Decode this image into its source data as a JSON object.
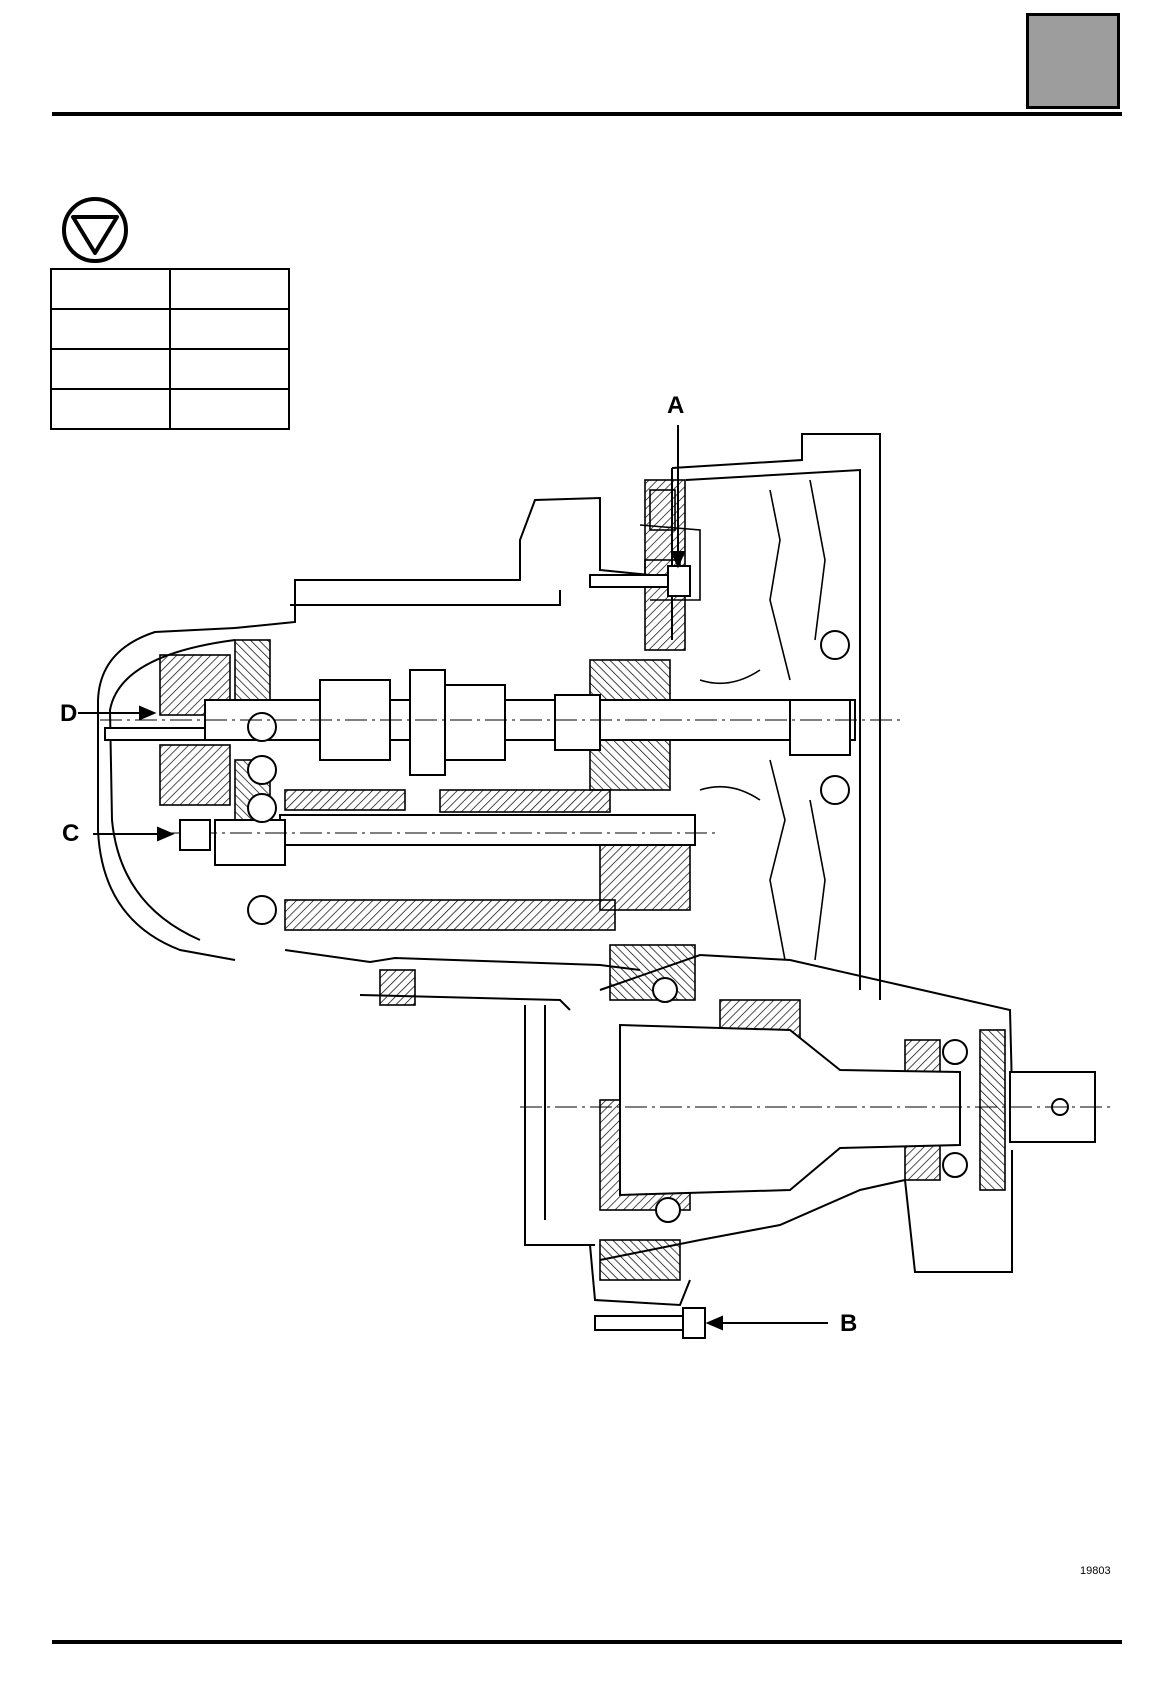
{
  "callouts": {
    "a": "A",
    "b": "B",
    "c": "C",
    "d": "D"
  },
  "reference_number": "19803",
  "torque_table": {
    "rows": [
      [
        "",
        ""
      ],
      [
        "",
        ""
      ],
      [
        "",
        ""
      ],
      [
        "",
        ""
      ]
    ]
  },
  "icons": {
    "torque": "tightening-torque-icon",
    "section": "section-marker"
  },
  "colors": {
    "section_box": "#9d9d9d",
    "ink": "#000000"
  }
}
